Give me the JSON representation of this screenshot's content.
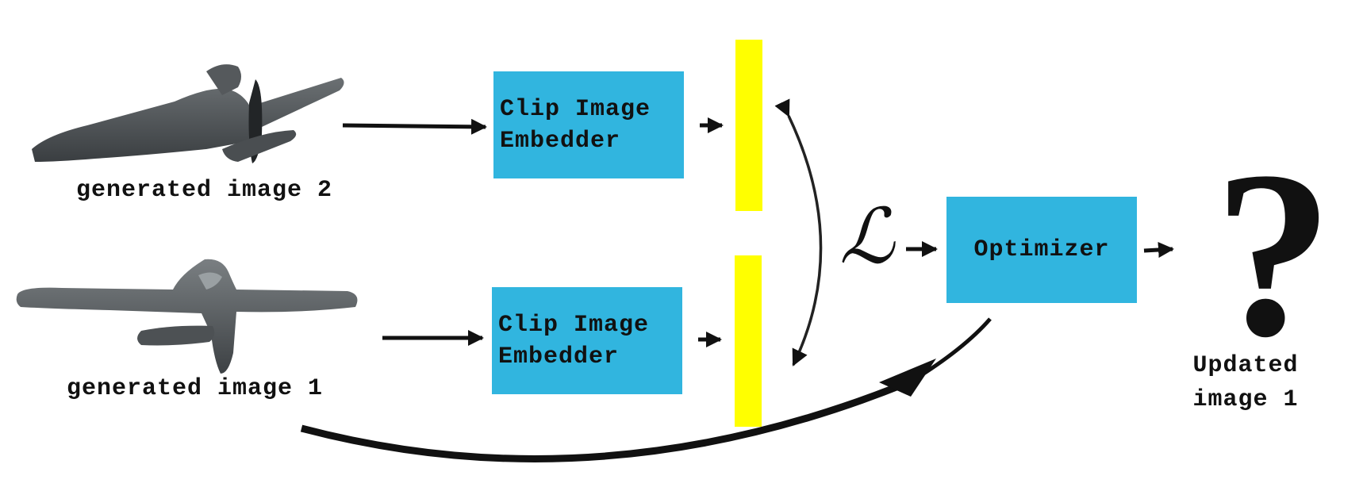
{
  "colors": {
    "box": "#31b5df",
    "embedding_bar": "#ffff00",
    "ink": "#111111",
    "plane_body": "#4a4f52"
  },
  "images": [
    {
      "icon": "airplane-icon",
      "caption": "generated image 2"
    },
    {
      "icon": "airplane-icon",
      "caption": "generated image 1"
    }
  ],
  "embedders": [
    {
      "line1": "Clip Image",
      "line2": "Embedder"
    },
    {
      "line1": "Clip Image",
      "line2": "Embedder"
    }
  ],
  "loss": {
    "symbol": "ℒ"
  },
  "optimizer": {
    "label": "Optimizer"
  },
  "output": {
    "icon": "question-mark-icon",
    "symbol": "?",
    "line1": "Updated",
    "line2": "image 1"
  }
}
